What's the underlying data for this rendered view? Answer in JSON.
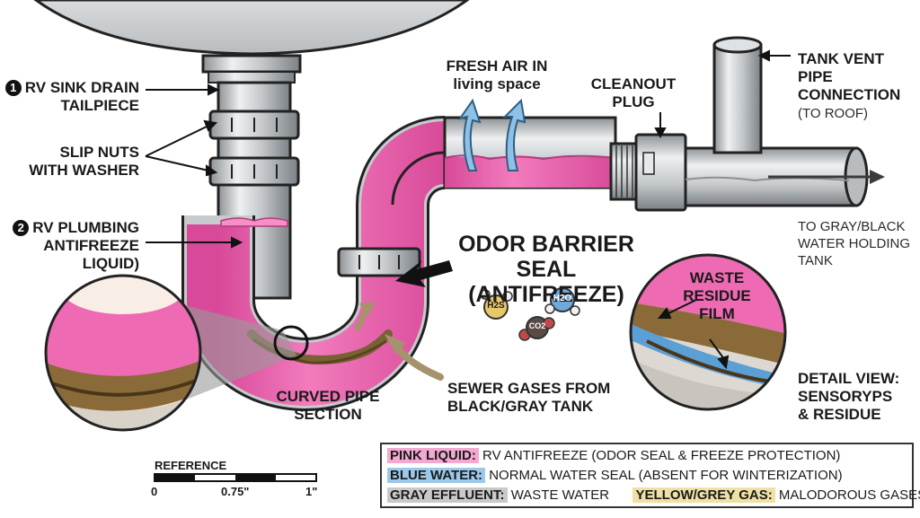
{
  "labels": {
    "tailpiece_num": "1",
    "tailpiece_1": "RV SINK DRAIN",
    "tailpiece_2": "TAILPIECE",
    "slip_1": "SLIP NUTS",
    "slip_2": "WITH WASHER",
    "antifreeze_num": "2",
    "antifreeze_1": "RV PLUMBING",
    "antifreeze_2": "ANTIFREEZE",
    "antifreeze_3": "LIQUID)",
    "fresh_1": "FRESH AIR IN",
    "fresh_2": "living space",
    "cleanout_1": "CLEANOUT",
    "cleanout_2": "PLUG",
    "vent_1": "TANK VENT PIPE",
    "vent_2": "CONNECTION",
    "vent_3": "(TO ROOF)",
    "tank_1": "TO GRAY/BLACK",
    "tank_2": "WATER HOLDING",
    "tank_3": "TANK",
    "odor_1": "ODOR BARRIER SEAL",
    "odor_2": "(ANTIFREEZE)",
    "curved_1": "CURVED PIPE",
    "curved_2": "SECTION",
    "sewer_1": "SEWER GASES FROM",
    "sewer_2": "BLACK/GRAY TANK",
    "waste_1": "WASTE",
    "waste_2": "RESIDUE",
    "waste_3": "FILM",
    "detail_1": "DETAIL VIEW:",
    "detail_2": "SENSORYPS",
    "detail_3": "& RESIDUE"
  },
  "molecules": {
    "h2s": "H2S",
    "h2o": "H2O",
    "co2": "CO2"
  },
  "scale": {
    "title": "REFERENCE",
    "t0": "0",
    "t1": "0.75\"",
    "t2": "1\""
  },
  "legend": {
    "pink_tag": "PINK LIQUID:",
    "pink_text": "RV ANTIFREEZE (ODOR SEAL & FREEZE PROTECTION)",
    "blue_tag": "BLUE WATER:",
    "blue_text": "NORMAL WATER SEAL (ABSENT FOR WINTERIZATION)",
    "gray_tag": "GRAY EFFLUENT:",
    "gray_text": "WASTE WATER",
    "yellow_tag": "YELLOW/GREY GAS:",
    "yellow_text": "MALODOROUS GASES"
  },
  "colors": {
    "pink": "#ee5fae",
    "blue": "#4f9fd6",
    "gray": "#bdbdbd",
    "yellow": "#e9d9a0",
    "metal": "#cfd3d6"
  }
}
